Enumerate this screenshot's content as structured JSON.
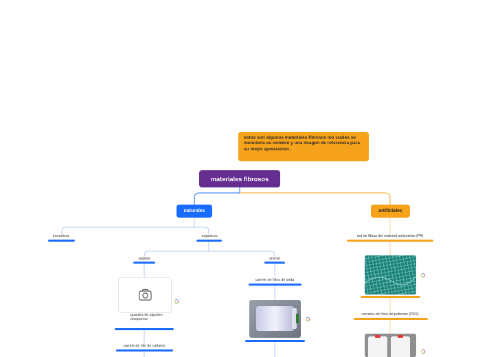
{
  "note": {
    "text": "estos son algunos materiales fibrosos los cuales se menciona su nombre y una imagen de referencia para su mejor apreciasion."
  },
  "root": {
    "label": "materiales fibrosos"
  },
  "naturales": {
    "label": "naturales"
  },
  "artificiales": {
    "label": "artificiales"
  },
  "inorganicos": {
    "label": "inoranicos"
  },
  "organicos": {
    "label": "organicos"
  },
  "vegetal": {
    "label": "vegetal"
  },
  "animal": {
    "label": "animal"
  },
  "guantes": {
    "label": "guantes de algodon pesqueros",
    "icon": "camera-icon"
  },
  "canamo": {
    "label": "carrete de hilo de cañamo"
  },
  "seda": {
    "label": "carrete de hilos de seda"
  },
  "poliamidas": {
    "label": "red de fibras del material poliamidas (PA)"
  },
  "poliester": {
    "label": "carretes de hilos de poliester (PES)"
  },
  "colors": {
    "purple": "#662d91",
    "blue": "#1a6bff",
    "orange": "#f7a21b"
  }
}
